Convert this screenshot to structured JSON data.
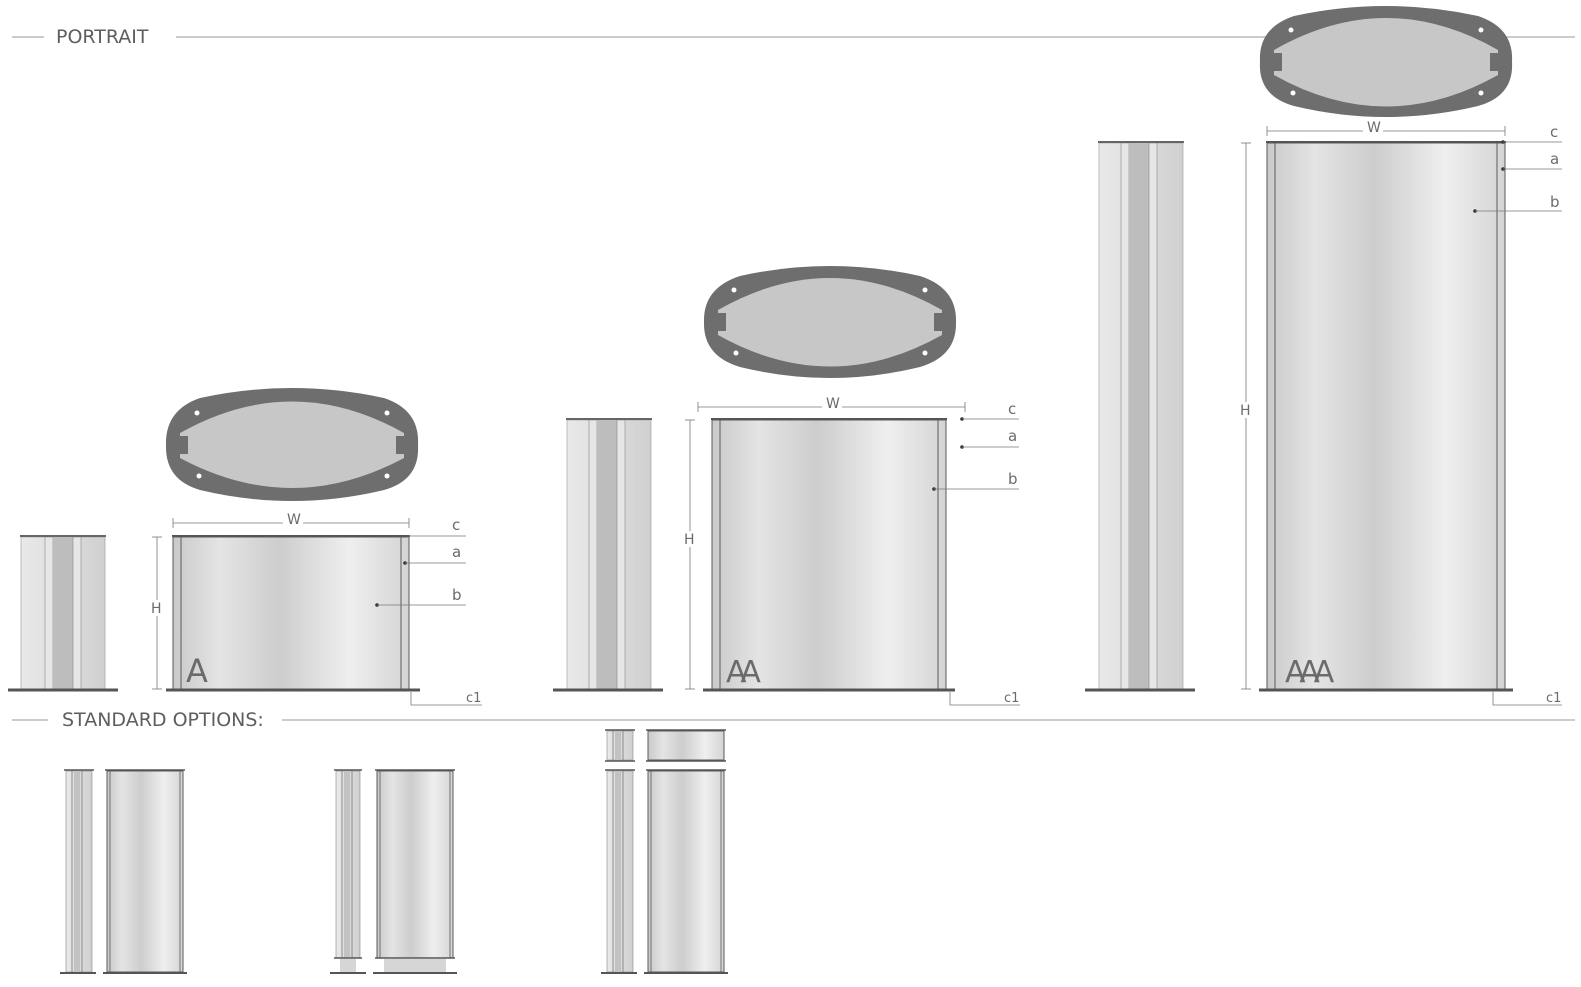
{
  "sections": {
    "portrait": "PORTRAIT",
    "standard_options": "STANDARD OPTIONS:"
  },
  "dimensions": {
    "width": "W",
    "height": "H",
    "a": "a",
    "b": "b",
    "c": "c",
    "c1": "c1"
  },
  "models": [
    {
      "code": "A"
    },
    {
      "code": "AA"
    },
    {
      "code": "AAA"
    }
  ],
  "colors": {
    "frame": "#5a5a5a",
    "panel_light": "#f2f2f2",
    "panel_mid": "#cfcfcf",
    "base": "#4a4a4a",
    "cap": "#6e6e6e",
    "rule": "#9a9a9a"
  }
}
